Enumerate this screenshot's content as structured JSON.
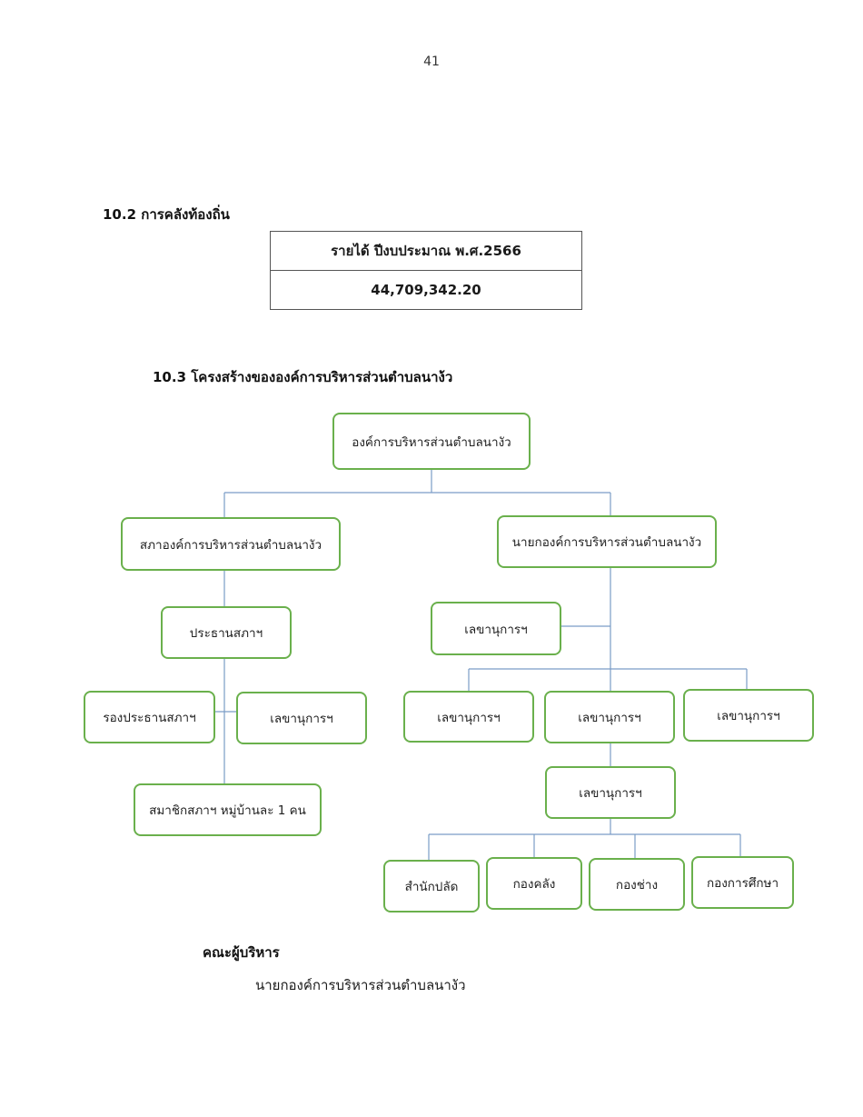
{
  "page_number": "41",
  "section_finance": {
    "heading": "10.2 การคลังท้องถิ่น",
    "table_header": "รายได้ ปีงบประมาณ พ.ศ.2566",
    "table_value": "44,709,342.20"
  },
  "section_structure": {
    "heading": "10.3 โครงสร้างขององค์การบริหารส่วนตำบลนาง้ว",
    "org_chart": {
      "root": "องค์การบริหารส่วนตำบลนางัว",
      "council": "สภาองค์การบริหารส่วนตำบลนางัว",
      "council_president": "ประธานสภาฯ",
      "council_vice_president": "รองประธานสภาฯ",
      "council_secretary": "เลขานุการฯ",
      "council_members": "สมาชิกสภาฯ หมู่บ้านละ 1 คน",
      "mayor": "นายกองค์การบริหารส่วนตำบลนางัว",
      "mayor_secretary": "เลขานุการฯ",
      "sub_left": "เลขานุการฯ",
      "sub_center": "เลขานุการฯ",
      "sub_right": "เลขานุการฯ",
      "chief": "เลขานุการฯ",
      "dept_office": "สำนักปลัด",
      "dept_finance": "กองคลัง",
      "dept_engineering": "กองช่าง",
      "dept_education": "กองการศึกษา"
    }
  },
  "executives": {
    "heading": "คณะผู้บริหาร",
    "line1": "นายกองค์การบริหารส่วนตำบลนางัว"
  }
}
